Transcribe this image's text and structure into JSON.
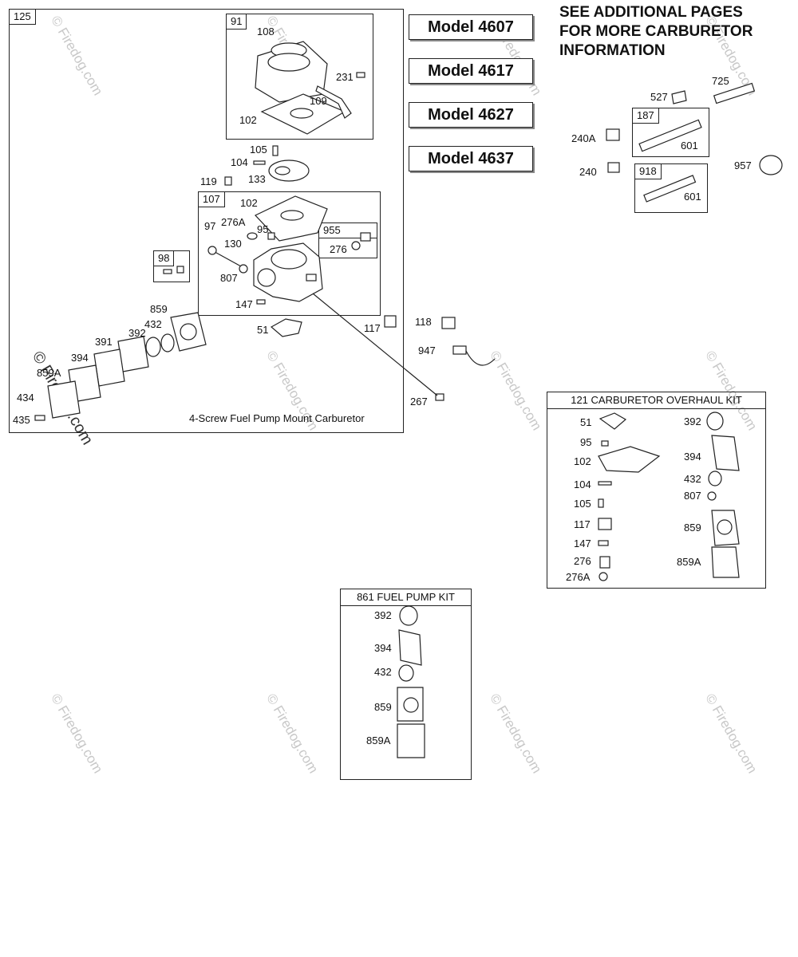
{
  "diagram": {
    "main_group_tag": "125",
    "caption": "4-Screw Fuel Pump Mount Carburetor",
    "sub_groups": {
      "g91": "91",
      "g107": "107",
      "g955": "955",
      "g98": "98",
      "g187": "187",
      "g918": "918"
    },
    "part_labels": {
      "p108": "108",
      "p231": "231",
      "p109": "109",
      "p102a": "102",
      "p105": "105",
      "p104": "104",
      "p133": "133",
      "p119": "119",
      "p102b": "102",
      "p97": "97",
      "p276A": "276A",
      "p95": "95",
      "p130": "130",
      "p276": "276",
      "p807": "807",
      "p147": "147",
      "p859": "859",
      "p432": "432",
      "p392": "392",
      "p391": "391",
      "p394": "394",
      "p859A": "859A",
      "p434": "434",
      "p435": "435",
      "p51": "51",
      "p117": "117",
      "p118": "118",
      "p947": "947",
      "p267": "267",
      "p725": "725",
      "p527": "527",
      "p240A": "240A",
      "p240": "240",
      "p601a": "601",
      "p601b": "601",
      "p957": "957"
    }
  },
  "models": [
    "Model 4607",
    "Model 4617",
    "Model 4627",
    "Model 4637"
  ],
  "note": [
    "SEE ADDITIONAL PAGES",
    "FOR MORE CARBURETOR",
    "INFORMATION"
  ],
  "overhaul_kit": {
    "title": "121 CARBURETOR OVERHAUL KIT",
    "left": [
      "51",
      "95",
      "102",
      "104",
      "105",
      "117",
      "147",
      "276",
      "276A"
    ],
    "right": [
      "392",
      "394",
      "432",
      "807",
      "859",
      "859A"
    ]
  },
  "fuel_pump_kit": {
    "title": "861 FUEL PUMP KIT",
    "items": [
      "392",
      "394",
      "432",
      "859",
      "859A"
    ]
  },
  "watermark": "© Firedog.com"
}
